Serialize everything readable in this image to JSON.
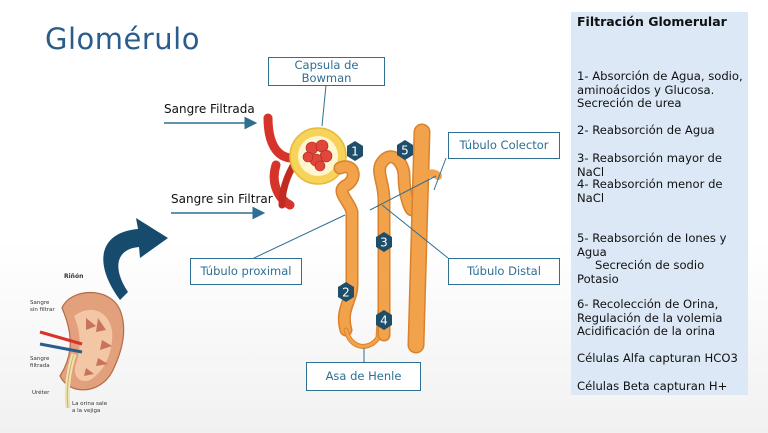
{
  "title": "Glomérulo",
  "labels": {
    "capsula": "Capsula de Bowman",
    "tubulo_colector": "Túbulo Colector",
    "tubulo_proximal": "Túbulo proximal",
    "tubulo_distal": "Túbulo Distal",
    "asa_henle": "Asa de Henle"
  },
  "sangre": {
    "filtrada": "Sangre Filtrada",
    "sin_filtrar": "Sangre sin Filtrar"
  },
  "markers": [
    "1",
    "2",
    "3",
    "4",
    "5"
  ],
  "kidney": {
    "title": "Riñón",
    "sangre_sin_filtrar": "Sangre sin filtrar",
    "sangre_filtrada": "Sangre filtrada",
    "ureter": "Uréter",
    "orina": "La orina sale a la vejiga"
  },
  "panel": {
    "title": "Filtración Glomerular",
    "item1": "1- Absorción de Agua, sodio, aminoácidos y Glucosa. Secreción de urea",
    "item2": "2- Reabsorción de Agua",
    "item3": "3- Reabsorción mayor de NaCl",
    "item4": "4- Reabsorción menor de NaCl",
    "item5a": "5- Reabsorción de Iones y Agua",
    "item5b": "Secreción de sodio Potasio",
    "item6": "6- Recolección de Orina, Regulación de la volemia Acidificación de la orina",
    "alfa": "Células Alfa capturan HCO3",
    "beta": "Células Beta capturan H+"
  },
  "colors": {
    "title": "#2b5d8c",
    "panel_bg": "#dce8f5",
    "tube": "#f2a24a",
    "tube_outline": "#d9822b",
    "capsule": "#f7d35a",
    "vessel": "#d6342a",
    "marker": "#1f4e6b",
    "label_border": "#2e6f93"
  }
}
